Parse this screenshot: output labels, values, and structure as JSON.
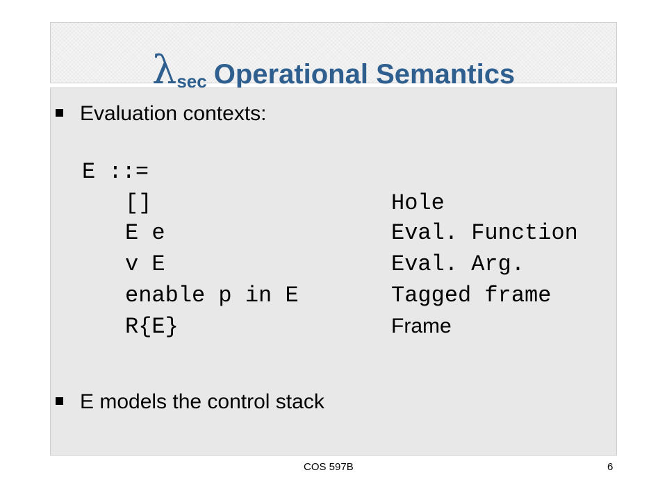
{
  "title": {
    "symbol": "λ",
    "subscript": "sec",
    "text": "Operational Semantics"
  },
  "bullets": [
    {
      "text": "Evaluation contexts:"
    },
    {
      "text": "E models the control stack"
    }
  ],
  "grammar": {
    "head": "E ::=",
    "rows": [
      {
        "production": "[]",
        "description": "Hole"
      },
      {
        "production": "E e",
        "description": "Eval. Function"
      },
      {
        "production": "v E",
        "description": "Eval. Arg."
      },
      {
        "production": "enable p in E",
        "description": "Tagged frame"
      },
      {
        "production": "R{E}",
        "description": "Frame"
      }
    ]
  },
  "footer": {
    "course": "COS 597B",
    "page_number": "6"
  }
}
